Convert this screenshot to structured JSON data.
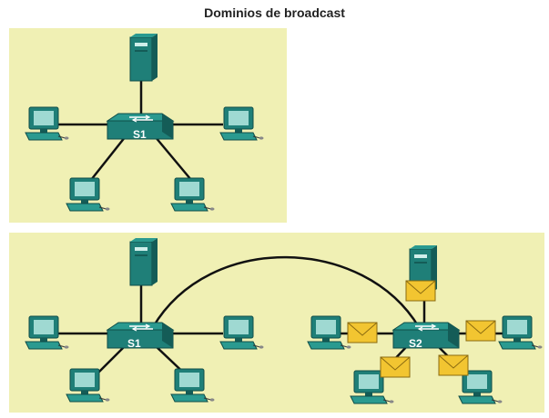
{
  "title": "Dominios de broadcast",
  "colors": {
    "panel_bg": "#f0f0b4",
    "device_teal": "#1f7f78",
    "device_dark": "#145c57",
    "link": "#111111",
    "envelope": "#f2c531"
  },
  "diagram_top": {
    "switch": {
      "label": "S1"
    },
    "devices": [
      {
        "kind": "server-icon"
      },
      {
        "kind": "pc-icon"
      },
      {
        "kind": "pc-icon"
      },
      {
        "kind": "pc-icon"
      },
      {
        "kind": "pc-icon"
      }
    ]
  },
  "diagram_bottom": {
    "switch_left": {
      "label": "S1"
    },
    "switch_right": {
      "label": "S2"
    },
    "envelope_icon": "broadcast-envelope-icon"
  }
}
